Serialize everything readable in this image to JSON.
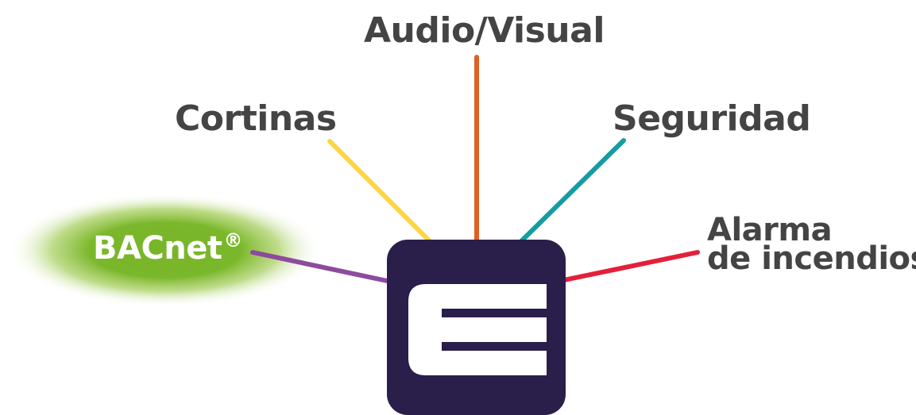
{
  "nodes": {
    "audio_visual": "Audio/Visual",
    "cortinas": "Cortinas",
    "seguridad": "Seguridad",
    "alarma_line1": "Alarma",
    "alarma_line2": "de incendios",
    "bacnet": "BACnet",
    "bacnet_mark": "®"
  },
  "hub": {
    "icon": "letter-e-icon"
  },
  "colors": {
    "text": "#444444",
    "hub": "#2a1e4a",
    "audio_visual_line": "#e06022",
    "cortinas_line": "#fed547",
    "seguridad_line": "#159ca3",
    "alarma_line": "#e3203a",
    "bacnet_line": "#8d4b9d",
    "bacnet_glow": "#7ab72a"
  }
}
